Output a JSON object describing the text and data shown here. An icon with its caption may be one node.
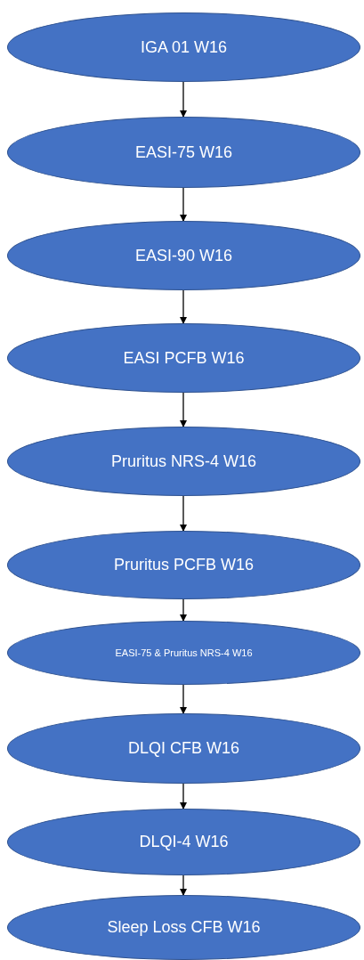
{
  "diagram": {
    "nodes": [
      {
        "text": [
          "IGA 01 W16"
        ]
      },
      {
        "text": [
          "EASI-75 W16"
        ]
      },
      {
        "text": [
          "EASI-90 W16"
        ]
      },
      {
        "text": [
          "EASI PCFB W16"
        ]
      },
      {
        "text": [
          "Pruritus NRS-4 W16"
        ]
      },
      {
        "text": [
          "Pruritus PCFB W16"
        ]
      },
      {
        "text": [
          "EASI-75 & Pruritus NRS-4 W16"
        ]
      },
      {
        "text": [
          "DLQI CFB W16"
        ]
      },
      {
        "text": [
          "DLQI-4 W16"
        ]
      },
      {
        "text": [
          "Sleep Loss CFB W16"
        ]
      }
    ],
    "edges": [
      {
        "from": 0,
        "to": 1,
        "arrow": "to"
      },
      {
        "from": 1,
        "to": 2,
        "arrow": "to"
      },
      {
        "from": 2,
        "to": 3,
        "arrow": "to"
      },
      {
        "from": 3,
        "to": 4,
        "arrow": "to"
      },
      {
        "from": 4,
        "to": 5,
        "arrow": "to"
      },
      {
        "from": 5,
        "to": 6,
        "arrow": "to"
      },
      {
        "from": 6,
        "to": 7,
        "arrow": "to"
      },
      {
        "from": 7,
        "to": 8,
        "arrow": "to"
      },
      {
        "from": 8,
        "to": 9,
        "arrow": "to"
      }
    ]
  }
}
